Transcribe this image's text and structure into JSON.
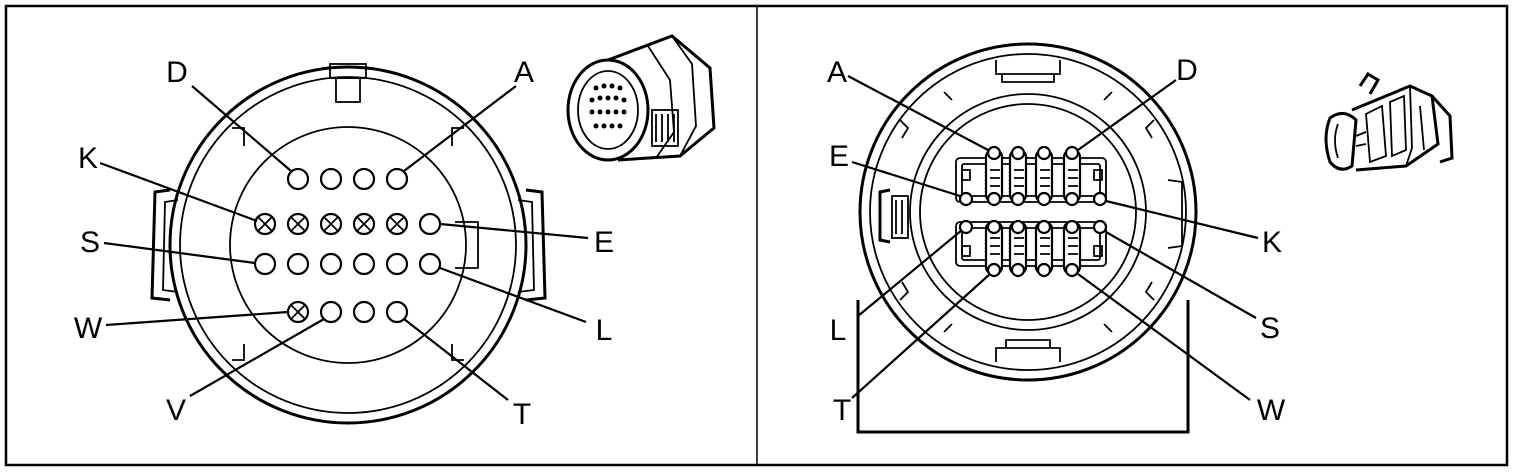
{
  "diagram": {
    "left_panel": {
      "labels": {
        "D": "D",
        "A": "A",
        "K": "K",
        "E": "E",
        "S": "S",
        "L": "L",
        "W": "W",
        "V": "V",
        "T": "T"
      },
      "thumbnail_icon": "harness-connector-plug-icon"
    },
    "right_panel": {
      "labels": {
        "A": "A",
        "D": "D",
        "E": "E",
        "K": "K",
        "L": "L",
        "S": "S",
        "T": "T",
        "W": "W"
      },
      "thumbnail_icon": "inline-connector-socket-icon"
    }
  }
}
